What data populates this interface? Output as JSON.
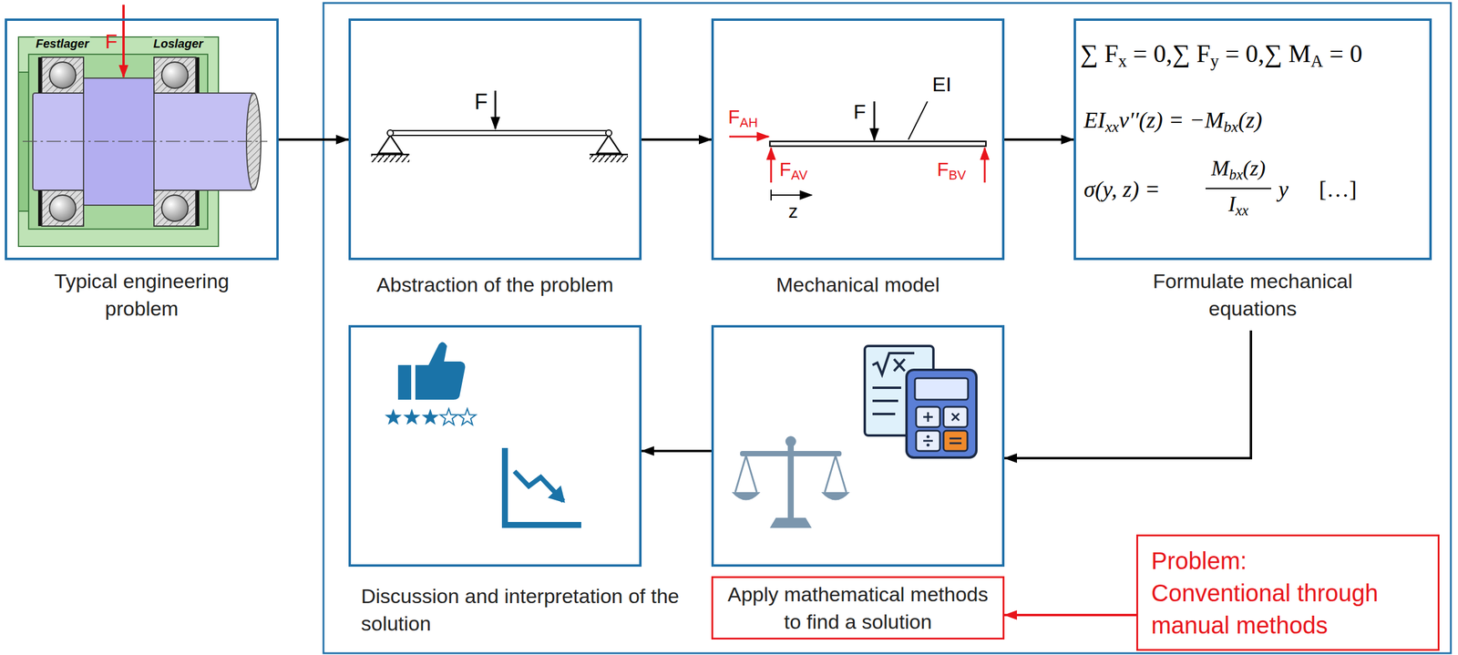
{
  "diagram": {
    "nodes": [
      {
        "text": [
          "Typical engineering problem"
        ]
      },
      {
        "text": [
          "Abstraction of the problem"
        ]
      },
      {
        "text": [
          "Mechanical model"
        ]
      },
      {
        "text": [
          "Formulate mechanical equations"
        ]
      },
      {
        "text": [
          "Discussion and interpretation of the solution"
        ]
      },
      {
        "text": [
          "Apply mathematical methods to find a solution"
        ]
      },
      {
        "text": [
          "Problem:",
          "Conventional through manual methods"
        ]
      }
    ],
    "edges": [
      {
        "from": 0,
        "to": 1,
        "arrow": "to"
      },
      {
        "from": 1,
        "to": 2,
        "arrow": "to"
      },
      {
        "from": 2,
        "to": 3,
        "arrow": "to"
      },
      {
        "from": 3,
        "to": 5,
        "arrow": "to"
      },
      {
        "from": 5,
        "to": 4,
        "arrow": "to"
      },
      {
        "from": 6,
        "to": 5,
        "arrow": "to"
      }
    ],
    "labels": [
      "Festlager",
      "Loslager",
      "F",
      "F",
      "F",
      "EI",
      "FAH",
      "FAV",
      "FBV",
      "z",
      "∑ Fx = 0,∑ Fy = 0,∑ MA = 0",
      "EIxxv′′(z) = −Mbx(z)",
      "σ(y, z) =",
      "Mbx(z)",
      "Ixx",
      "y",
      "[…]"
    ]
  }
}
